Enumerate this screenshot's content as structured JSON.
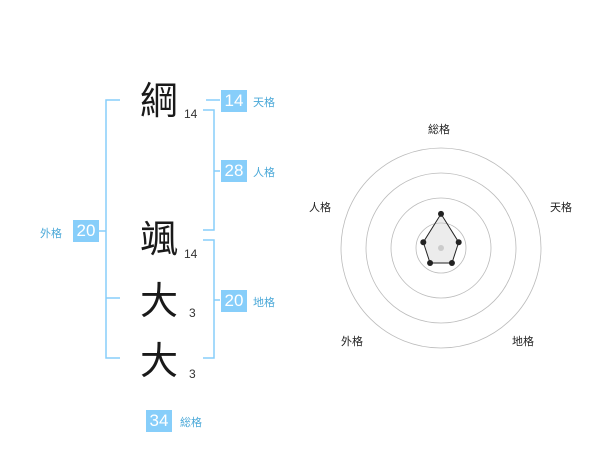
{
  "characters": [
    {
      "char": "綱",
      "strokes": "14"
    },
    {
      "char": "颯",
      "strokes": "14"
    },
    {
      "char": "大",
      "strokes": "3"
    },
    {
      "char": "大",
      "strokes": "3"
    }
  ],
  "tenkaku": {
    "value": "14",
    "label": "天格"
  },
  "jinkaku": {
    "value": "28",
    "label": "人格"
  },
  "chikaku": {
    "value": "20",
    "label": "地格"
  },
  "gaikaku": {
    "value": "20",
    "label": "外格"
  },
  "soukaku": {
    "value": "34",
    "label": "総格"
  },
  "colors": {
    "accent": "#87cefa",
    "label": "#4aa8d8",
    "bracket": "#87cefa"
  },
  "chart_data": {
    "type": "radar",
    "axes": [
      "総格",
      "天格",
      "地格",
      "外格",
      "人格"
    ],
    "rings": 4,
    "values": [
      0.55,
      0.3,
      0.3,
      0.3,
      0.3
    ]
  }
}
